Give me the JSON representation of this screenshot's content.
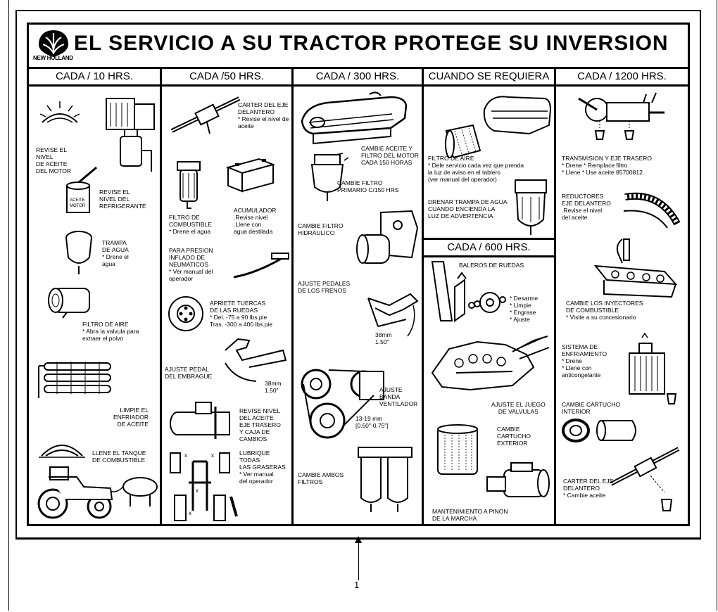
{
  "header": {
    "brand": "NEW HOLLAND",
    "title": "EL SERVICIO A SU TRACTOR PROTEGE SU INVERSION"
  },
  "columns": [
    {
      "heading": "CADA / 10 HRS.",
      "items": [
        "REVISE EL\nNIVEL\nDE ACEITE\nDEL MOTOR",
        "REVISE EL\nNIVEL DEL\nREFRIGERANTE",
        "TRAMPA\nDE AGUA\n* Drene el\nagua",
        "FILTRO DE AIRE\n* Abra la valvula para\nextraer el polvo",
        "LIMPIE EL\nENFRIADOR\nDE ACEITE",
        "LLENE EL TANQUE\nDE COMBUSTIBLE"
      ]
    },
    {
      "heading": "CADA /50 HRS.",
      "items": [
        "CARTER DEL EJE\nDELANTERO\n* Revise el nivel de\naceite",
        "FILTRO DE\nCOMBUSTIBLE\n* Drene el agua",
        "ACUMULADOR\n.Revise nivel\n.Llene con\nagua destilada",
        "PARA PRESION\nINFLADO DE\nNEUMATICOS\n* Ver manual del\noperador",
        "APRIETE TUERCAS\nDE LAS RUEDAS\n* Del. -75 a 90 lbs.pie\nTras. -300 a 400 lbs.pie",
        "AJUSTE PEDAL\nDEL EMBRAGUE",
        "38mm\n1.50\"",
        "REVISE NIVEL\nDEL ACEITE\nEJE TRASERO\nY CAJA DE\nCAMBIOS",
        "LUBRIQUE TODAS\nLAS GRASERAS\n* Ver manual\ndel operador"
      ]
    },
    {
      "heading": "CADA / 300 HRS.",
      "items": [
        "CAMBIE ACEITE Y\nFILTRO DEL MOTOR\nCADA 150 HORAS",
        "CAMBIE FILTRO\nPRIMARIO C/150 HRS",
        "CAMBIE FILTRO\nHIDRAULICO",
        "AJUSTE PEDALES\nDE LOS FRENOS",
        "38mm\n1.50\"",
        "AJUSTE\nBANDA\nVENTILADOR",
        "13-19 mm\n[0.50\"-0.75\"]",
        "CAMBIE AMBOS\nFILTROS"
      ]
    },
    {
      "heading": "CUANDO SE REQUIERA",
      "items": [
        "FILTRO DE AIRE\n* Dele servicio cada vez que prenda\nla luz de aviso en el tablero\n(ver manual del operador)",
        "DRENAR TRAMPA DE AGUA\nCUANDO ENCIENDA LA\nLUZ DE ADVERTENCIA"
      ],
      "sub_heading": "CADA / 600 HRS.",
      "sub_items": [
        "BALEROS DE RUEDAS",
        "* Desarme\n* Limpie\n* Engrase\n* Ajuste",
        "AJUSTE EL JUEGO\nDE VALVULAS",
        "CAMBIE\nCARTUCHO\nEXTERIOR",
        "MANTENIMIENTO A PINON\nDE LA MARCHA"
      ]
    },
    {
      "heading": "CADA / 1200 HRS.",
      "items": [
        "TRANSMISION Y EJE TRASERO\n* Drene   * Remplace filtro\n* Llene    * Use aceite 85700812",
        "REDUCTORES\nEJE DELANTERO\n.Revise el nivel\ndel aceite",
        "CAMBIE LOS INYECTORES\nDE COMBUSTIBLE\n* Visite a su concesionario",
        "SISTEMA DE\nENFRIAMIENTO\n* Drene\n* Llene con\nanticongelante",
        "CAMBIE CARTUCHO\nINTERIOR",
        "CARTER DEL EJE\nDELANTERO\n* Cambie aceite"
      ]
    }
  ],
  "callout": "1"
}
